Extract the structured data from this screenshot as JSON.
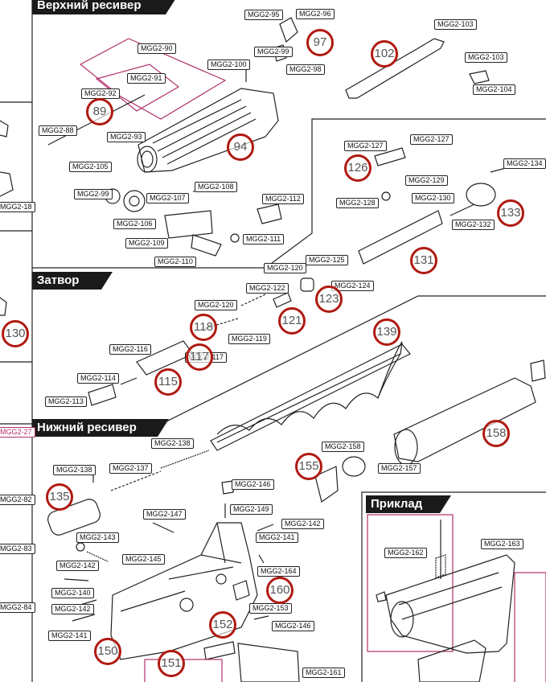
{
  "headers": {
    "upper": "Верхний ресивер",
    "bolt": "Затвор",
    "lower": "Нижний ресивер",
    "stock": "Приклад"
  },
  "parts": [
    "MGG2-95",
    "MGG2-96",
    "MGG2-99",
    "MGG2-98",
    "MGG2-90",
    "MGG2-100",
    "MGG2-91",
    "MGG2-92",
    "MGG2-93",
    "MGG2-88",
    "MGG2-105",
    "MGG2-99",
    "MGG2-107",
    "MGG2-108",
    "MGG2-106",
    "MGG2-109",
    "MGG2-110",
    "MGG2-111",
    "MGG2-112",
    "MGG2-103",
    "MGG2-103",
    "MGG2-104",
    "MGG2-127",
    "MGG2-127",
    "MGG2-129",
    "MGG2-128",
    "MGG2-130",
    "MGG2-134",
    "MGG2-132",
    "MGG2-120",
    "MGG2-125",
    "MGG2-124",
    "MGG2-122",
    "MGG2-120",
    "MGG2-119",
    "MGG2-116",
    "MGG2-117",
    "MGG2-114",
    "MGG2-113",
    "MGG2-138",
    "MGG2-158",
    "MGG2-157",
    "MGG2-138",
    "MGG2-137",
    "MGG2-146",
    "MGG2-149",
    "MGG2-142",
    "MGG2-147",
    "MGG2-141",
    "MGG2-143",
    "MGG2-145",
    "MGG2-164",
    "MGG2-142",
    "MGG2-140",
    "MGG2-153",
    "MGG2-142",
    "MGG2-146",
    "MGG2-141",
    "MGG2-161",
    "MGG2-162",
    "MGG2-163",
    "MGG2-18",
    "MGG2-27",
    "MGG2-82",
    "MGG2-83",
    "MGG2-84"
  ],
  "markers": [
    "97",
    "102",
    "89",
    "94",
    "126",
    "133",
    "131",
    "123",
    "118",
    "121",
    "139",
    "117",
    "115",
    "130",
    "155",
    "158",
    "135",
    "160",
    "152",
    "150",
    "151"
  ],
  "colors": {
    "marker": "#b01a12",
    "header": "#1a1a1a",
    "accent": "#b0306a"
  }
}
